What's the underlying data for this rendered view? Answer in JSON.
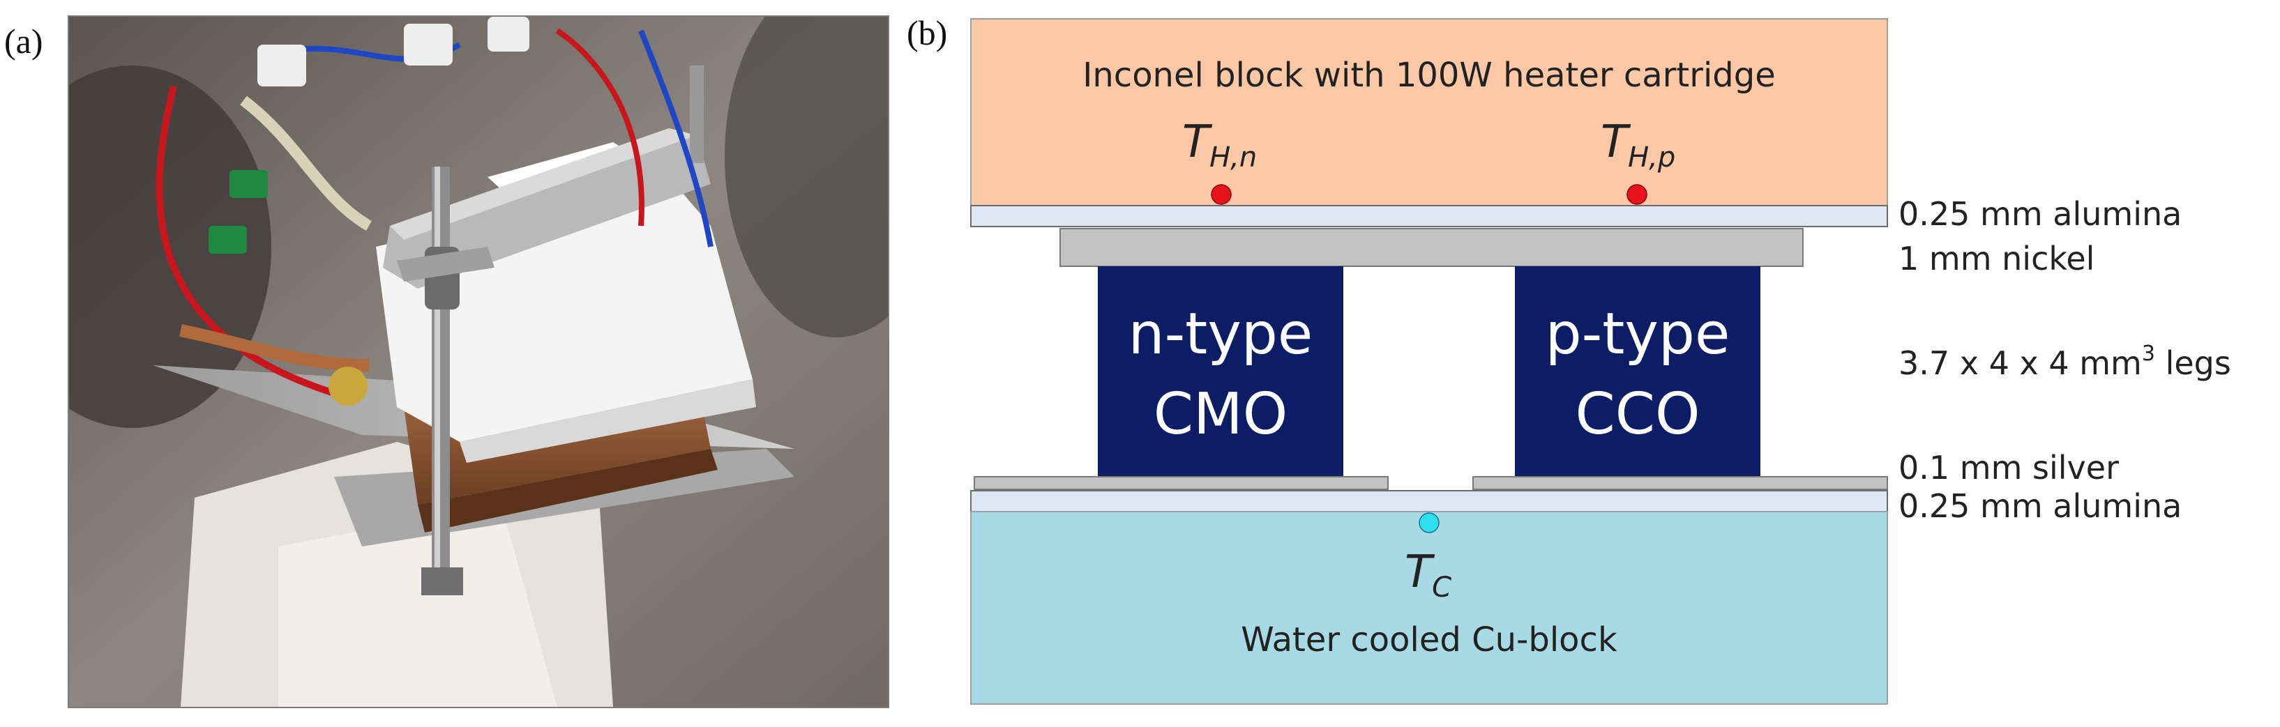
{
  "panels": {
    "a_label": "(a)",
    "b_label": "(b)"
  },
  "photo": {
    "icon": "photo-of-thermoelectric-test-rig"
  },
  "diagram": {
    "heater_block_label": "Inconel block with 100W heater cartridge",
    "cold_block_label": "Water cooled Cu-block",
    "n_leg": {
      "line1": "n-type",
      "line2": "CMO"
    },
    "p_leg": {
      "line1": "p-type",
      "line2": "CCO"
    },
    "thermocouples": {
      "hot_n": {
        "main": "T",
        "sub": "H,n"
      },
      "hot_p": {
        "main": "T",
        "sub": "H,p"
      },
      "cold": {
        "main": "T",
        "sub": "C"
      }
    },
    "layer_labels": {
      "top_alumina": "0.25 mm alumina",
      "nickel": "1 mm nickel",
      "legs_prefix": "3.7 x 4 x 4 mm",
      "legs_superscript": "3",
      "legs_suffix": " legs",
      "silver": "0.1 mm silver",
      "bottom_alumina": "0.25 mm alumina"
    },
    "colors": {
      "heater_block": "#fcc8a6",
      "cold_block": "#a8dae6",
      "alumina": "#dde8f3",
      "metal": "#c2c2c2",
      "legs": "#0c1d66",
      "hot_dot": "#e8141c",
      "cold_dot": "#2ee0ef"
    }
  }
}
